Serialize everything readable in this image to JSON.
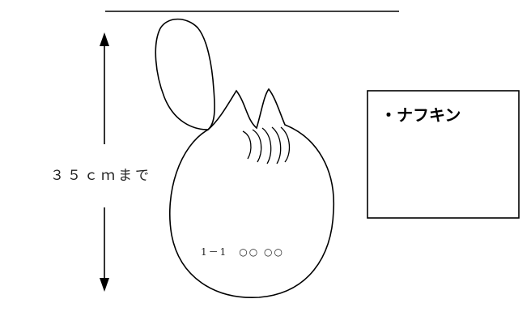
{
  "measurement": {
    "label": "３５ｃｍまで"
  },
  "bag": {
    "name_tag": "1－1　○○ ○○"
  },
  "item_box": {
    "label": "・ナフキン"
  },
  "top_label": {
    "partial_text": ""
  },
  "colors": {
    "stroke": "#000000",
    "text": "#222222",
    "background": "#ffffff"
  }
}
